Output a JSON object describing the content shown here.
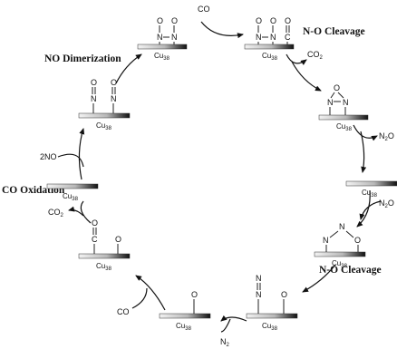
{
  "stages": {
    "no_dimerization": "NO Dimerization",
    "no_cleavage_1": "N-O Cleavage",
    "no_cleavage_2": "N-O Cleavage",
    "co_oxidation": "CO Oxidation"
  },
  "cluster": {
    "base": "Cu",
    "subscript": "38"
  },
  "atoms": {
    "oxygen": "O",
    "nitrogen": "N",
    "carbon": "C"
  },
  "species": {
    "co": "CO",
    "co2": "CO",
    "co2_sub": "2",
    "n2o": "N",
    "n2o_sub": "2",
    "n2o_tail": "O",
    "n2": "N",
    "n2_sub": "2",
    "two_no": "2NO"
  },
  "colors": {
    "gradient_light": "#f2f2f2",
    "gradient_dark": "#111111",
    "ink": "#111111"
  }
}
